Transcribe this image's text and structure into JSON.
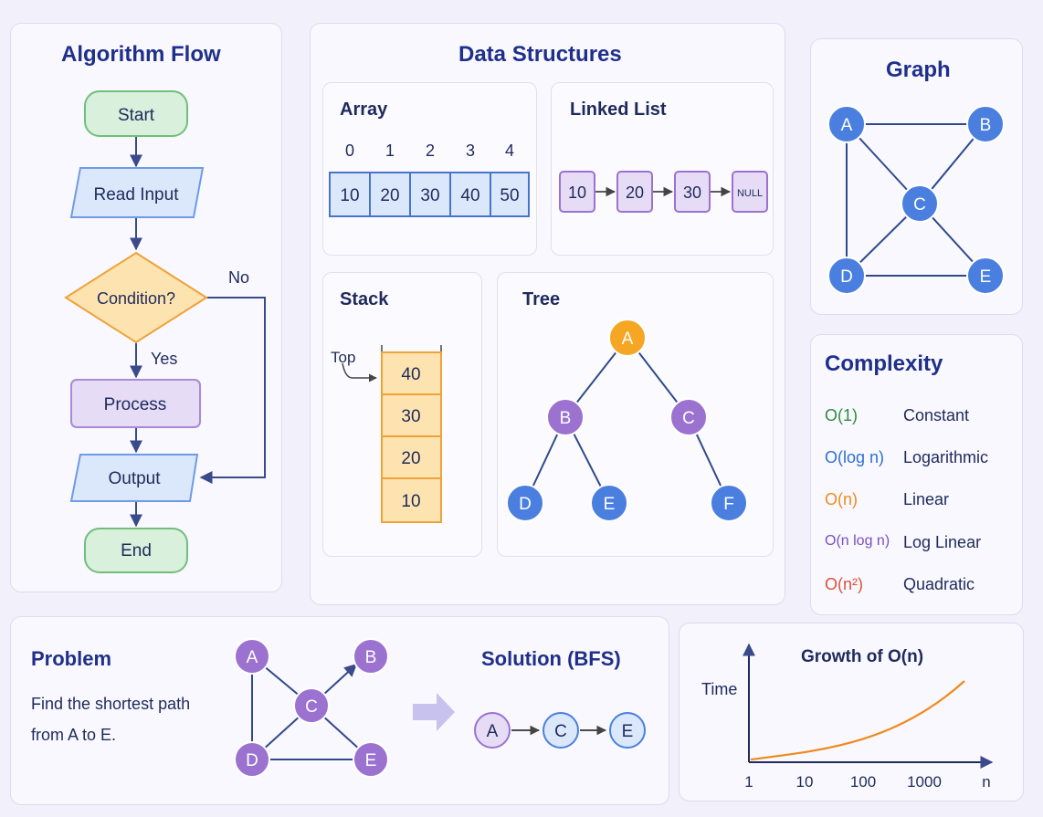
{
  "flow": {
    "title": "Algorithm Flow",
    "start": "Start",
    "read": "Read Input",
    "condition": "Condition?",
    "no": "No",
    "yes": "Yes",
    "process": "Process",
    "output": "Output",
    "end": "End"
  },
  "ds": {
    "title": "Data Structures",
    "array": {
      "title": "Array",
      "indices": [
        "0",
        "1",
        "2",
        "3",
        "4"
      ],
      "values": [
        "10",
        "20",
        "30",
        "40",
        "50"
      ]
    },
    "linked": {
      "title": "Linked List",
      "nodes": [
        "10",
        "20",
        "30",
        "NULL"
      ]
    },
    "stack": {
      "title": "Stack",
      "top": "Top",
      "items": [
        "40",
        "30",
        "20",
        "10"
      ]
    },
    "tree": {
      "title": "Tree",
      "nodes": [
        "A",
        "B",
        "C",
        "D",
        "E",
        "F"
      ]
    }
  },
  "graph": {
    "title": "Graph",
    "nodes": [
      "A",
      "B",
      "C",
      "D",
      "E"
    ]
  },
  "complexity": {
    "title": "Complexity",
    "rows": [
      {
        "notation": "O(1)",
        "name": "Constant",
        "color": "#2e8b3a"
      },
      {
        "notation": "O(log n)",
        "name": "Logarithmic",
        "color": "#2f6fd6"
      },
      {
        "notation": "O(n)",
        "name": "Linear",
        "color": "#ef8a1c"
      },
      {
        "notation": "O(n log n)",
        "name": "Log Linear",
        "color": "#7b4fc2"
      },
      {
        "notation": "O(n²)",
        "name": "Quadratic",
        "color": "#e0503a"
      }
    ]
  },
  "problem": {
    "title": "Problem",
    "line1": "Find the shortest path",
    "line2": "from A to E.",
    "nodes": [
      "A",
      "B",
      "C",
      "D",
      "E"
    ]
  },
  "solution": {
    "title": "Solution (BFS)",
    "path": [
      "A",
      "C",
      "E"
    ]
  },
  "growth": {
    "title": "Growth of O(n)",
    "ylabel": "Time",
    "xticks": [
      "1",
      "10",
      "100",
      "1000"
    ],
    "xlabel": "n"
  },
  "colors": {
    "green": "#d9f0dc",
    "blue": "#dbe8fb",
    "orange": "#fde3b0",
    "purple": "#e6dcf6",
    "node_blue": "#4a7fe0",
    "node_purple": "#9b72d0",
    "node_orange": "#f5a623"
  }
}
